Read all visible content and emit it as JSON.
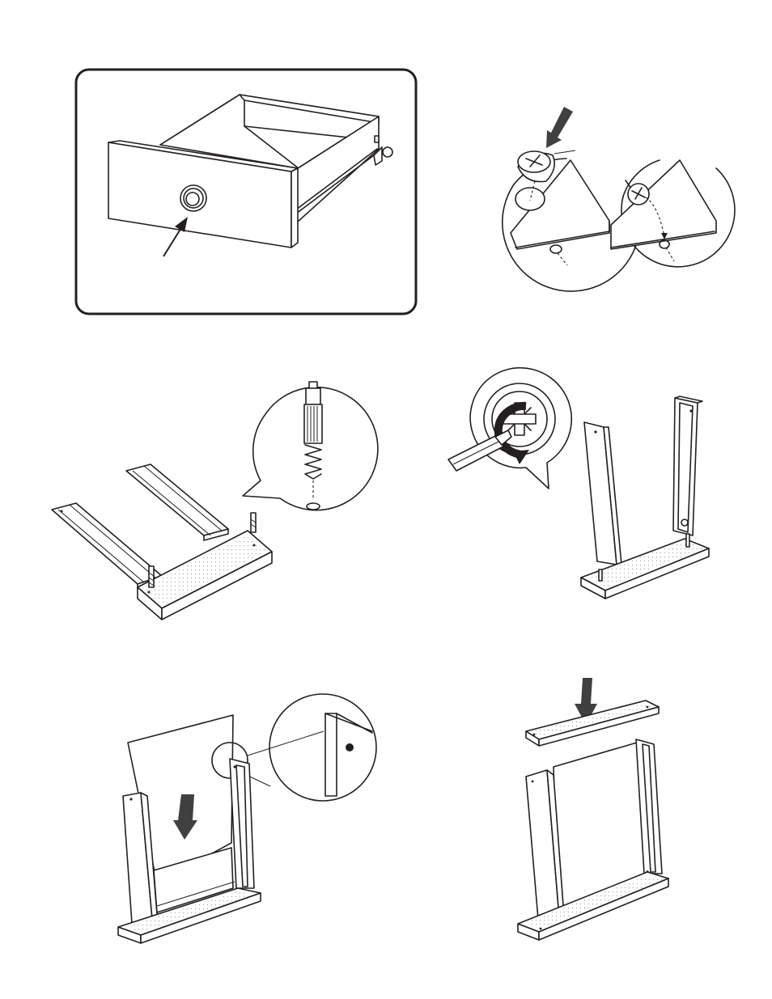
{
  "document": {
    "type": "furniture assembly instruction page",
    "steps": [
      {
        "id": "drawer-knob",
        "arrow": "arrow-icon"
      },
      {
        "id": "cam-lock-insert",
        "arrow": "down-arrow-icon"
      },
      {
        "id": "dowel-insert",
        "arrow": ""
      },
      {
        "id": "cam-lock-tighten",
        "arrow": ""
      },
      {
        "id": "back-panel-slide",
        "arrow": "down-arrow-icon"
      },
      {
        "id": "top-panel-attach",
        "arrow": "down-arrow-icon"
      }
    ],
    "colors": {
      "line": "#231f20",
      "arrow": "#404040",
      "background": "#ffffff"
    }
  }
}
